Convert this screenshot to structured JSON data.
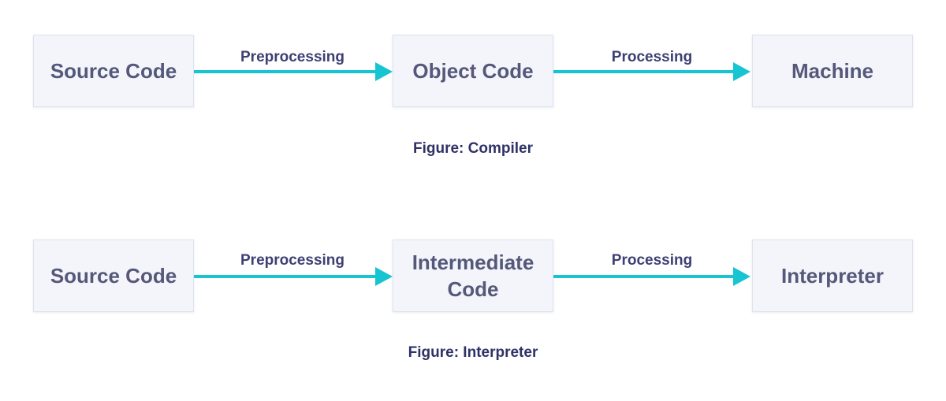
{
  "compiler": {
    "nodes": [
      {
        "label": "Source Code"
      },
      {
        "label": "Object Code"
      },
      {
        "label": "Machine"
      }
    ],
    "edges": [
      {
        "label": "Preprocessing"
      },
      {
        "label": "Processing"
      }
    ],
    "caption": "Figure: Compiler"
  },
  "interpreter": {
    "nodes": [
      {
        "label": "Source Code"
      },
      {
        "label_line1": "Intermediate",
        "label_line2": "Code"
      },
      {
        "label": "Interpreter"
      }
    ],
    "edges": [
      {
        "label": "Preprocessing"
      },
      {
        "label": "Processing"
      }
    ],
    "caption": "Figure: Interpreter"
  },
  "colors": {
    "arrow": "#17c4d1",
    "box_fill": "#f3f5fb",
    "box_text": "#56587a",
    "label_text": "#3e4073"
  }
}
